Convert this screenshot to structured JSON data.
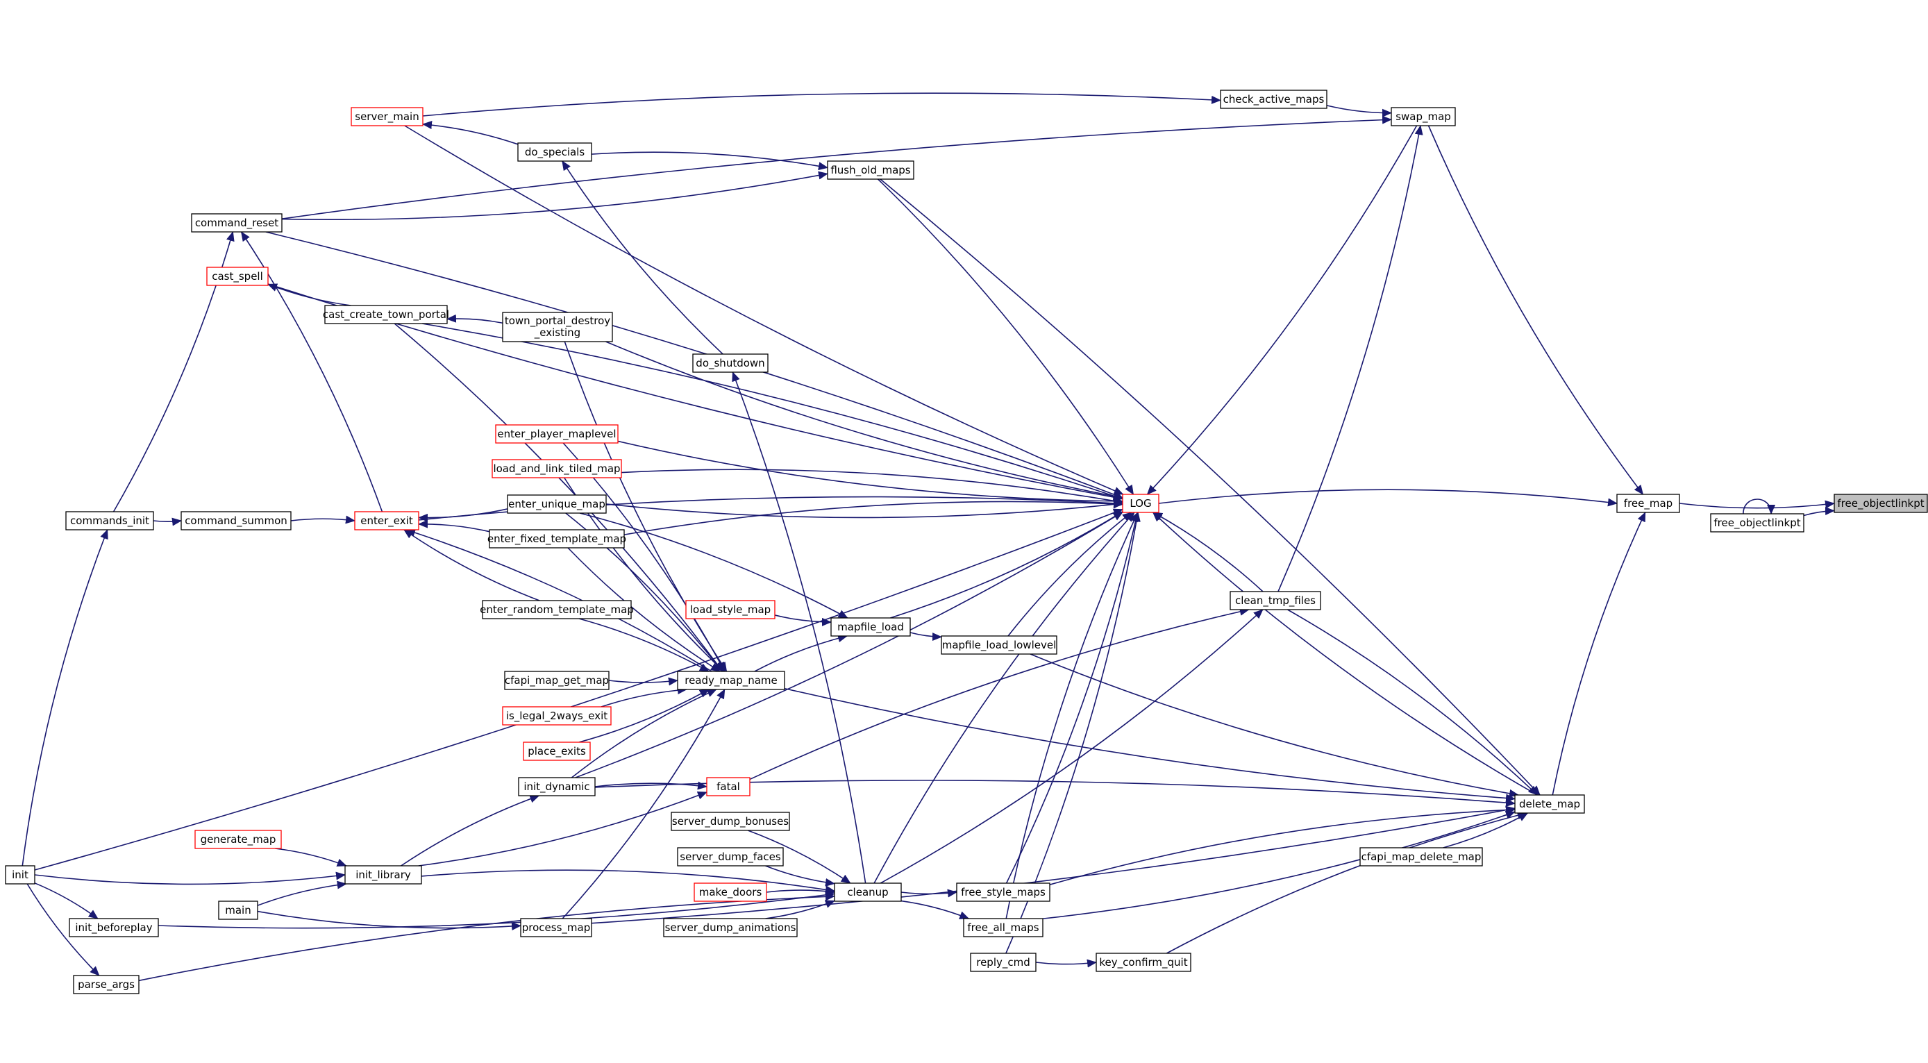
{
  "colors": {
    "edge": "#191970",
    "node_border": "#000000",
    "node_truncated_border": "#ff0000",
    "node_fill": "#ffffff",
    "node_focus_fill": "#bfbfbf",
    "text": "#000000"
  },
  "nodes": [
    {
      "id": "free_objectlinkpt_root",
      "label": "free_objectlinkpt",
      "style": "focus"
    },
    {
      "id": "free_map",
      "label": "free_map",
      "style": "normal"
    },
    {
      "id": "free_objectlinkpt",
      "label": "free_objectlinkpt",
      "style": "normal"
    },
    {
      "id": "LOG",
      "label": "LOG",
      "style": "truncated"
    },
    {
      "id": "swap_map",
      "label": "swap_map",
      "style": "normal"
    },
    {
      "id": "check_active_maps",
      "label": "check_active_maps",
      "style": "normal"
    },
    {
      "id": "server_main",
      "label": "server_main",
      "style": "truncated"
    },
    {
      "id": "do_specials",
      "label": "do_specials",
      "style": "normal"
    },
    {
      "id": "flush_old_maps",
      "label": "flush_old_maps",
      "style": "normal"
    },
    {
      "id": "command_reset",
      "label": "command_reset",
      "style": "normal"
    },
    {
      "id": "cast_spell",
      "label": "cast_spell",
      "style": "truncated"
    },
    {
      "id": "cast_create_town_portal",
      "label": "cast_create_town_portal",
      "style": "normal"
    },
    {
      "id": "town_portal_destroy_existing",
      "label": "town_portal_destroy\n_existing",
      "style": "normal"
    },
    {
      "id": "do_shutdown",
      "label": "do_shutdown",
      "style": "normal"
    },
    {
      "id": "enter_player_maplevel",
      "label": "enter_player_maplevel",
      "style": "truncated"
    },
    {
      "id": "load_and_link_tiled_map",
      "label": "load_and_link_tiled_map",
      "style": "truncated"
    },
    {
      "id": "enter_unique_map",
      "label": "enter_unique_map",
      "style": "normal"
    },
    {
      "id": "enter_fixed_template_map",
      "label": "enter_fixed_template_map",
      "style": "normal"
    },
    {
      "id": "enter_exit",
      "label": "enter_exit",
      "style": "truncated"
    },
    {
      "id": "command_summon",
      "label": "command_summon",
      "style": "normal"
    },
    {
      "id": "commands_init",
      "label": "commands_init",
      "style": "normal"
    },
    {
      "id": "enter_random_template_map",
      "label": "enter_random_template_map",
      "style": "normal"
    },
    {
      "id": "load_style_map",
      "label": "load_style_map",
      "style": "truncated"
    },
    {
      "id": "mapfile_load",
      "label": "mapfile_load",
      "style": "normal"
    },
    {
      "id": "mapfile_load_lowlevel",
      "label": "mapfile_load_lowlevel",
      "style": "normal"
    },
    {
      "id": "clean_tmp_files",
      "label": "clean_tmp_files",
      "style": "normal"
    },
    {
      "id": "cfapi_map_get_map",
      "label": "cfapi_map_get_map",
      "style": "normal"
    },
    {
      "id": "ready_map_name",
      "label": "ready_map_name",
      "style": "normal"
    },
    {
      "id": "is_legal_2ways_exit",
      "label": "is_legal_2ways_exit",
      "style": "truncated"
    },
    {
      "id": "place_exits",
      "label": "place_exits",
      "style": "truncated"
    },
    {
      "id": "init_dynamic",
      "label": "init_dynamic",
      "style": "normal"
    },
    {
      "id": "fatal",
      "label": "fatal",
      "style": "truncated"
    },
    {
      "id": "delete_map",
      "label": "delete_map",
      "style": "normal"
    },
    {
      "id": "cfapi_map_delete_map",
      "label": "cfapi_map_delete_map",
      "style": "normal"
    },
    {
      "id": "server_dump_bonuses",
      "label": "server_dump_bonuses",
      "style": "normal"
    },
    {
      "id": "server_dump_faces",
      "label": "server_dump_faces",
      "style": "normal"
    },
    {
      "id": "make_doors",
      "label": "make_doors",
      "style": "truncated"
    },
    {
      "id": "server_dump_animations",
      "label": "server_dump_animations",
      "style": "normal"
    },
    {
      "id": "cleanup",
      "label": "cleanup",
      "style": "normal"
    },
    {
      "id": "free_style_maps",
      "label": "free_style_maps",
      "style": "normal"
    },
    {
      "id": "free_all_maps",
      "label": "free_all_maps",
      "style": "normal"
    },
    {
      "id": "reply_cmd",
      "label": "reply_cmd",
      "style": "normal"
    },
    {
      "id": "key_confirm_quit",
      "label": "key_confirm_quit",
      "style": "normal"
    },
    {
      "id": "generate_map",
      "label": "generate_map",
      "style": "truncated"
    },
    {
      "id": "init_library",
      "label": "init_library",
      "style": "normal"
    },
    {
      "id": "init",
      "label": "init",
      "style": "normal"
    },
    {
      "id": "main",
      "label": "main",
      "style": "normal"
    },
    {
      "id": "process_map",
      "label": "process_map",
      "style": "normal"
    },
    {
      "id": "init_beforeplay",
      "label": "init_beforeplay",
      "style": "normal"
    },
    {
      "id": "parse_args",
      "label": "parse_args",
      "style": "normal"
    }
  ],
  "edges": [
    [
      "free_objectlinkpt_root",
      "free_map"
    ],
    [
      "free_objectlinkpt_root",
      "free_objectlinkpt"
    ],
    [
      "free_objectlinkpt",
      "free_objectlinkpt"
    ],
    [
      "free_map",
      "LOG"
    ],
    [
      "free_map",
      "swap_map"
    ],
    [
      "free_map",
      "delete_map"
    ],
    [
      "LOG",
      "init"
    ],
    [
      "LOG",
      "command_reset"
    ],
    [
      "LOG",
      "server_main"
    ],
    [
      "LOG",
      "flush_old_maps"
    ],
    [
      "LOG",
      "cast_spell"
    ],
    [
      "LOG",
      "cast_create_town_portal"
    ],
    [
      "LOG",
      "town_portal_destroy_existing"
    ],
    [
      "LOG",
      "enter_exit"
    ],
    [
      "LOG",
      "enter_player_maplevel"
    ],
    [
      "LOG",
      "load_and_link_tiled_map"
    ],
    [
      "LOG",
      "enter_unique_map"
    ],
    [
      "LOG",
      "enter_fixed_template_map"
    ],
    [
      "LOG",
      "mapfile_load"
    ],
    [
      "LOG",
      "mapfile_load_lowlevel"
    ],
    [
      "LOG",
      "init_dynamic"
    ],
    [
      "LOG",
      "cleanup"
    ],
    [
      "LOG",
      "free_style_maps"
    ],
    [
      "LOG",
      "free_all_maps"
    ],
    [
      "LOG",
      "reply_cmd"
    ],
    [
      "LOG",
      "swap_map"
    ],
    [
      "LOG",
      "clean_tmp_files"
    ],
    [
      "LOG",
      "delete_map"
    ],
    [
      "swap_map",
      "check_active_maps"
    ],
    [
      "swap_map",
      "command_reset"
    ],
    [
      "swap_map",
      "clean_tmp_files"
    ],
    [
      "check_active_maps",
      "server_main"
    ],
    [
      "server_main",
      "do_specials"
    ],
    [
      "flush_old_maps",
      "do_specials"
    ],
    [
      "flush_old_maps",
      "command_reset"
    ],
    [
      "do_specials",
      "do_shutdown"
    ],
    [
      "command_reset",
      "commands_init"
    ],
    [
      "commands_init",
      "init"
    ],
    [
      "command_reset",
      "enter_exit"
    ],
    [
      "cast_spell",
      "cast_create_town_portal"
    ],
    [
      "cast_create_town_portal",
      "town_portal_destroy_existing"
    ],
    [
      "enter_exit",
      "command_summon"
    ],
    [
      "command_summon",
      "commands_init"
    ],
    [
      "enter_exit",
      "enter_unique_map"
    ],
    [
      "enter_exit",
      "enter_fixed_template_map"
    ],
    [
      "enter_exit",
      "enter_random_template_map"
    ],
    [
      "enter_exit",
      "ready_map_name"
    ],
    [
      "mapfile_load",
      "enter_unique_map"
    ],
    [
      "mapfile_load",
      "load_style_map"
    ],
    [
      "mapfile_load",
      "ready_map_name"
    ],
    [
      "mapfile_load_lowlevel",
      "mapfile_load"
    ],
    [
      "ready_map_name",
      "cast_create_town_portal"
    ],
    [
      "ready_map_name",
      "town_portal_destroy_existing"
    ],
    [
      "ready_map_name",
      "enter_player_maplevel"
    ],
    [
      "ready_map_name",
      "load_and_link_tiled_map"
    ],
    [
      "ready_map_name",
      "enter_unique_map"
    ],
    [
      "ready_map_name",
      "enter_fixed_template_map"
    ],
    [
      "ready_map_name",
      "enter_random_template_map"
    ],
    [
      "ready_map_name",
      "cfapi_map_get_map"
    ],
    [
      "ready_map_name",
      "is_legal_2ways_exit"
    ],
    [
      "ready_map_name",
      "place_exits"
    ],
    [
      "ready_map_name",
      "init_dynamic"
    ],
    [
      "ready_map_name",
      "process_map"
    ],
    [
      "clean_tmp_files",
      "fatal"
    ],
    [
      "clean_tmp_files",
      "cleanup"
    ],
    [
      "fatal",
      "init_dynamic"
    ],
    [
      "fatal",
      "init_library"
    ],
    [
      "init_dynamic",
      "init_library"
    ],
    [
      "do_shutdown",
      "cleanup"
    ],
    [
      "delete_map",
      "flush_old_maps"
    ],
    [
      "delete_map",
      "mapfile_load_lowlevel"
    ],
    [
      "delete_map",
      "clean_tmp_files"
    ],
    [
      "delete_map",
      "ready_map_name"
    ],
    [
      "delete_map",
      "init_dynamic"
    ],
    [
      "delete_map",
      "cfapi_map_delete_map"
    ],
    [
      "delete_map",
      "free_style_maps"
    ],
    [
      "delete_map",
      "free_all_maps"
    ],
    [
      "delete_map",
      "key_confirm_quit"
    ],
    [
      "delete_map",
      "process_map"
    ],
    [
      "cleanup",
      "server_dump_bonuses"
    ],
    [
      "cleanup",
      "server_dump_faces"
    ],
    [
      "cleanup",
      "make_doors"
    ],
    [
      "cleanup",
      "server_dump_animations"
    ],
    [
      "cleanup",
      "init_library"
    ],
    [
      "cleanup",
      "init_beforeplay"
    ],
    [
      "cleanup",
      "parse_args"
    ],
    [
      "free_style_maps",
      "cleanup"
    ],
    [
      "free_all_maps",
      "cleanup"
    ],
    [
      "key_confirm_quit",
      "reply_cmd"
    ],
    [
      "init_library",
      "generate_map"
    ],
    [
      "init_library",
      "init"
    ],
    [
      "init_library",
      "main"
    ],
    [
      "process_map",
      "main"
    ],
    [
      "init_beforeplay",
      "init"
    ],
    [
      "parse_args",
      "init"
    ]
  ]
}
